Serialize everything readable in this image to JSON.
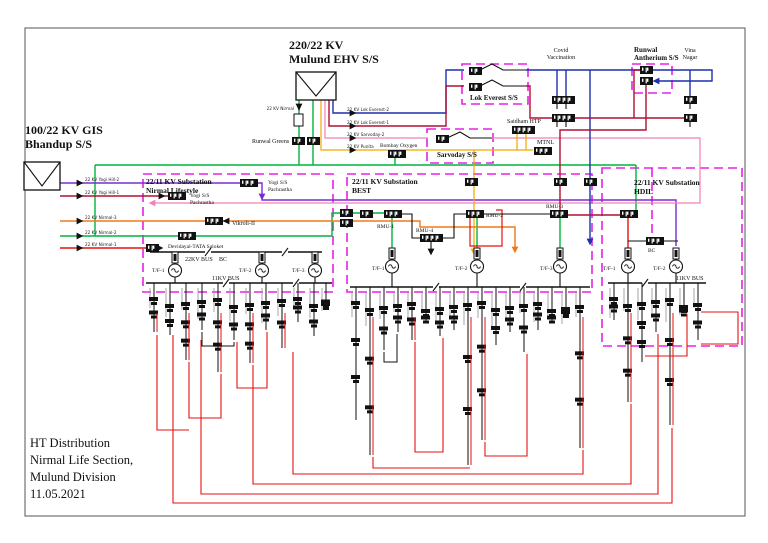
{
  "title_block": {
    "l1": "HT Distribution",
    "l2": "Nirmal Life Section,",
    "l3": "Mulund Division",
    "l4": "11.05.2021"
  },
  "sources": {
    "mulund": {
      "l1": "220/22 KV",
      "l2": "Mulund EHV S/S"
    },
    "bhandup": {
      "l1": "100/22 KV GIS",
      "l2": "Bhandup S/S"
    }
  },
  "substations": {
    "nirmal": {
      "l1": "22/11 KV Substation",
      "l2": "Nirmal Lifestyle",
      "bus22": "22KV BUS",
      "bus11": "11KV BUS",
      "bc": "BC",
      "tf1": "T/F-1",
      "tf2": "T/F-2",
      "tf3": "T/F-3"
    },
    "best": {
      "l1": "22/11 KV Substation",
      "l2": "BEST",
      "tf1": "T/F-1",
      "tf2": "T/F-2",
      "tf3": "T/F-3",
      "rmu1": "RMU-1",
      "rmu2": "RMU-2",
      "rmu3": "RMU-3",
      "rmu4": "RMU-4"
    },
    "hdil": {
      "l1": "22/11 KV Substation",
      "l2": "HDIL",
      "bus11": "11KV BUS",
      "bc": "BC",
      "tf1": "T/F-1",
      "tf2": "T/F-2"
    }
  },
  "consumers": {
    "lok_everest": "Lok Everest S/S",
    "sarvoday": "Sarvoday S/S",
    "covid": {
      "l1": "Covid",
      "l2": "Vaccination"
    },
    "vina": {
      "l1": "Vina",
      "l2": "Nagar"
    },
    "runwal_antherium": {
      "l1": "Runwal",
      "l2": "Antherium S/S"
    },
    "saidham": "Saidham HTP",
    "mtnl": "MTNL",
    "bombay_oxygen": "Bombay Oxygen",
    "runwal_greens": "Runwal Greens",
    "yogi1": {
      "l1": "Yogi S/S",
      "l2": "Pachrastha"
    },
    "yogi2": {
      "l1": "Yogi S/S",
      "l2": "Pachrastha"
    },
    "vikhroli": "Vikroli-II",
    "devidayal": "Devidayal-TATA Saloket"
  },
  "lines": {
    "bhandup": [
      "22 KV Yogi Hill-2",
      "22 KV Yogi Hill-1",
      "22 KV Nirmal-3",
      "22 KV Nirmal-2",
      "22 KV Nirmal-1"
    ],
    "mulund": [
      "22 KV Nirmal",
      "22 KV Lok Everest-2",
      "22 KV Lok Everest-1",
      "22 KV Sarvoday-2",
      "22 KV Punita"
    ]
  },
  "colors": {
    "green": "#00b33c",
    "purple": "#7a2bd6",
    "blue": "#1f2fae",
    "crimson": "#b01030",
    "red": "#e81010",
    "orange": "#f07818",
    "amber": "#f0a800",
    "pink": "#f080b8",
    "magenta": "#e820e8",
    "black": "#111111"
  }
}
